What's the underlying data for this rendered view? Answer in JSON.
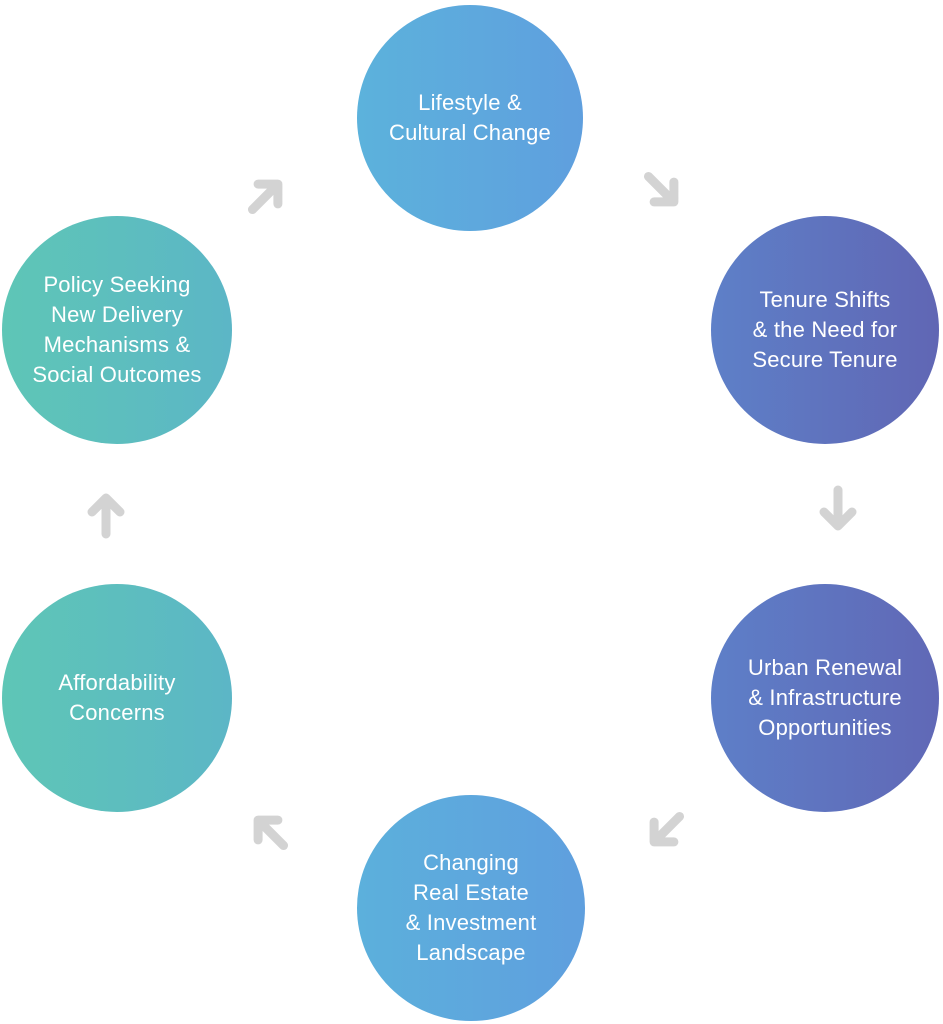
{
  "diagram": {
    "type": "cycle",
    "arrow_color": "#d3d3d3",
    "nodes": [
      {
        "id": "lifestyle",
        "label": "Lifestyle &\nCultural Change",
        "gradient": [
          "#5cb2dc",
          "#5f9fde"
        ]
      },
      {
        "id": "tenure",
        "label": "Tenure Shifts\n& the Need for\nSecure Tenure",
        "gradient": [
          "#5e80c8",
          "#6066b4"
        ]
      },
      {
        "id": "urban",
        "label": "Urban Renewal\n& Infrastructure\nOpportunities",
        "gradient": [
          "#5e7fc8",
          "#6068b6"
        ]
      },
      {
        "id": "real-estate",
        "label": "Changing\nReal Estate\n& Investment\nLandscape",
        "gradient": [
          "#5cb0dc",
          "#5f9fde"
        ]
      },
      {
        "id": "affordability",
        "label": "Affordability\nConcerns",
        "gradient": [
          "#5ec6b6",
          "#5cb6c6"
        ]
      },
      {
        "id": "policy",
        "label": "Policy Seeking\nNew Delivery\nMechanisms &\nSocial Outcomes",
        "gradient": [
          "#5ec6b6",
          "#5cb6c6"
        ]
      }
    ],
    "edges": [
      {
        "from": "lifestyle",
        "to": "tenure",
        "direction": "down-right"
      },
      {
        "from": "tenure",
        "to": "urban",
        "direction": "down"
      },
      {
        "from": "urban",
        "to": "real-estate",
        "direction": "down-left"
      },
      {
        "from": "real-estate",
        "to": "affordability",
        "direction": "up-left"
      },
      {
        "from": "affordability",
        "to": "policy",
        "direction": "up"
      },
      {
        "from": "policy",
        "to": "lifestyle",
        "direction": "up-right"
      }
    ]
  }
}
